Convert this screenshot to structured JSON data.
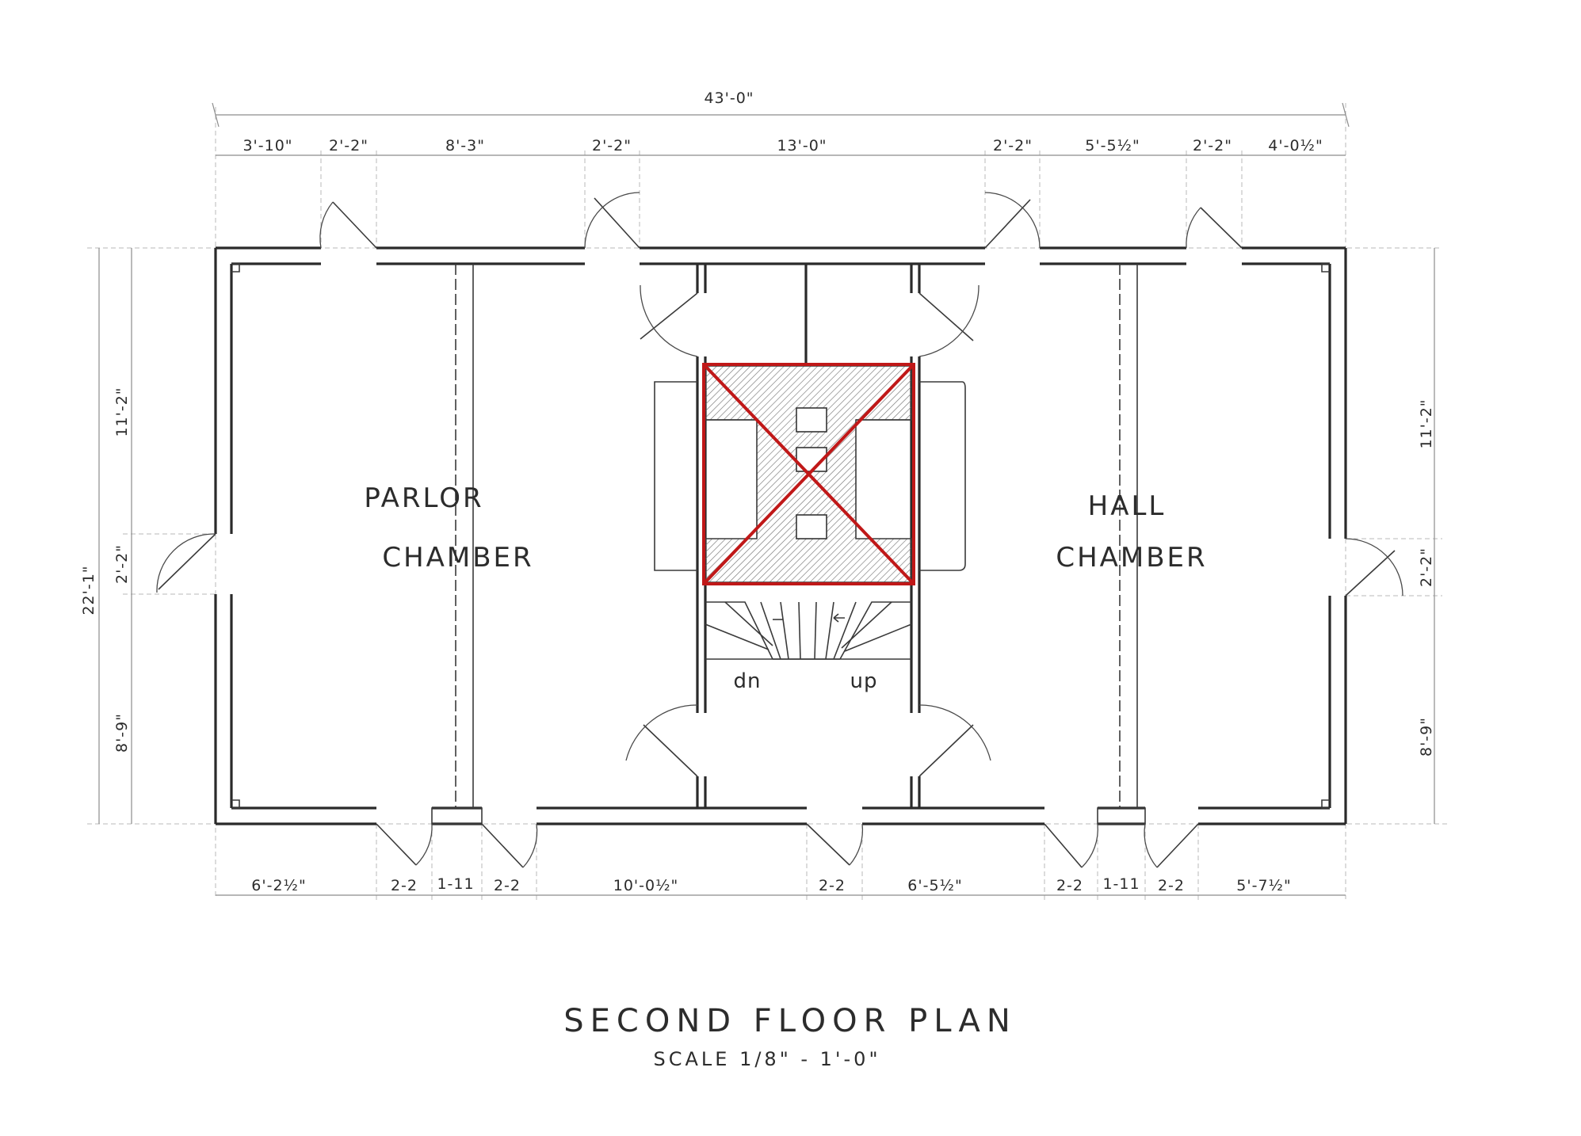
{
  "dimensions": {
    "overall_width": "43'-0\"",
    "top": [
      "3'-10\"",
      "2'-2\"",
      "8'-3\"",
      "2'-2\"",
      "13'-0\"",
      "2'-2\"",
      "5'-5½\"",
      "2'-2\"",
      "4'-0½\""
    ],
    "bottom": [
      "6'-2½\"",
      "2-2",
      "1-11",
      "2-2",
      "10'-0½\"",
      "2-2",
      "6'-5½\"",
      "2-2",
      "1-11",
      "2-2",
      "5'-7½\""
    ],
    "left_overall": "22'-1\"",
    "left": [
      "11'-2\"",
      "2'-2\"",
      "8'-9\""
    ],
    "right": [
      "11'-2\"",
      "2'-2\"",
      "8'-9\""
    ]
  },
  "rooms": {
    "parlor_line1": "PARLOR",
    "parlor_line2": "CHAMBER",
    "hall_line1": "HALL",
    "hall_line2": "CHAMBER"
  },
  "stair": {
    "down": "dn",
    "up": "up"
  },
  "title": "SECOND FLOOR PLAN",
  "scale": "SCALE 1/8\" - 1'-0\"",
  "colors": {
    "ink": "#2a2a2a",
    "markup_red": "#c01818"
  }
}
